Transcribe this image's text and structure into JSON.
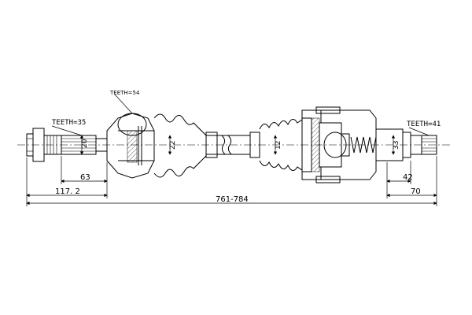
{
  "labels": {
    "teeth_left": "TEETH=35",
    "teeth_joint": "TEETH=54",
    "teeth_right": "TEETH=41",
    "dia_left_spline": "20",
    "dia_shaft_left": "22",
    "dia_shaft_right": "12",
    "dia_right_spline": "33",
    "len_63": "63",
    "len_117": "117. 2",
    "len_total": "761-784",
    "len_42": "42",
    "len_70": "70"
  }
}
